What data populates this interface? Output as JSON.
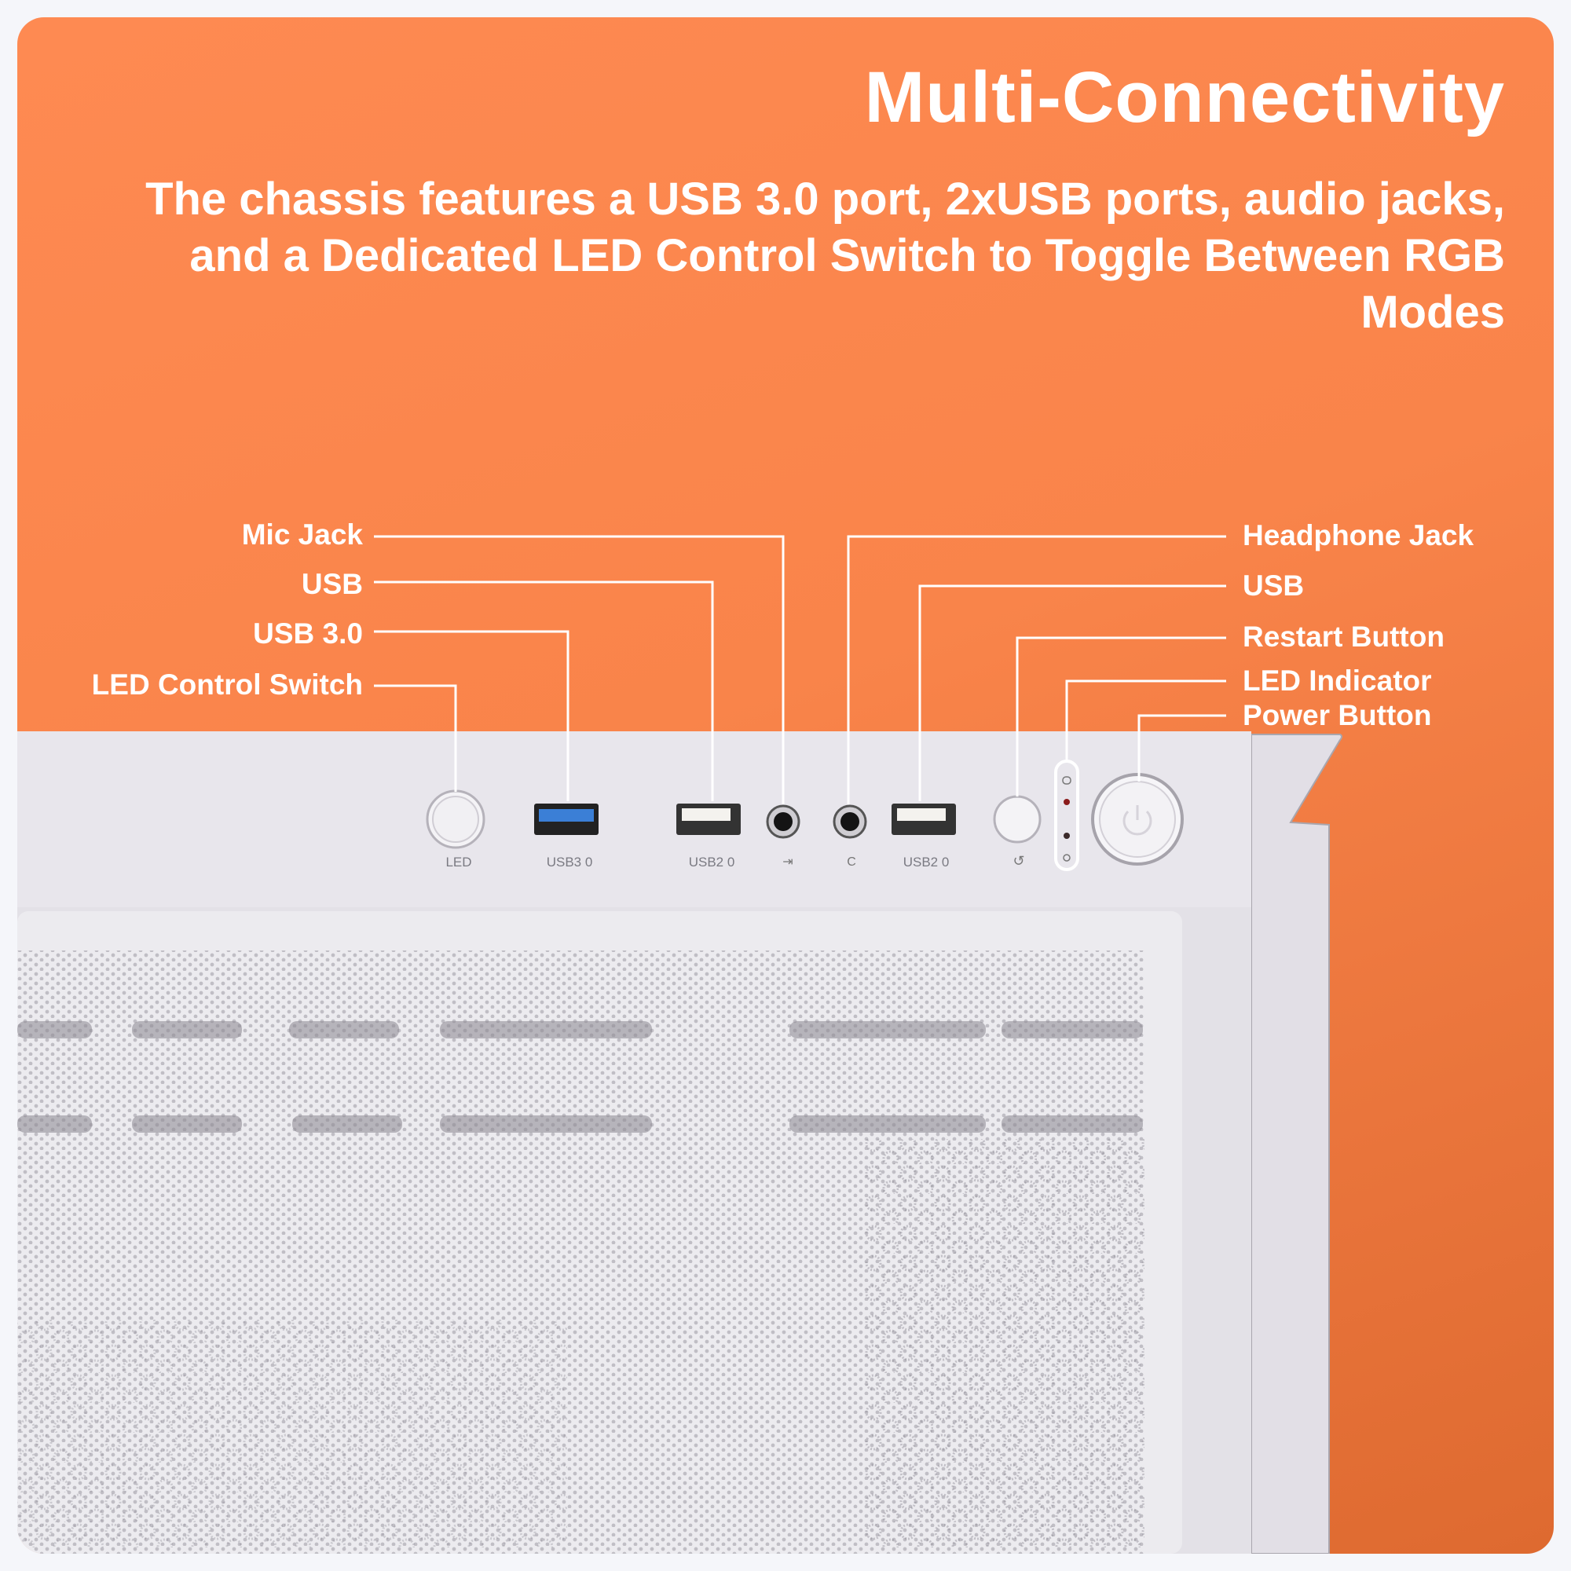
{
  "header": {
    "title": "Multi-Connectivity",
    "subtitle": "The chassis features a USB 3.0 port, 2xUSB ports, audio jacks, and a Dedicated LED Control Switch to Toggle Between RGB Modes"
  },
  "callouts_left": [
    {
      "label": "Mic Jack"
    },
    {
      "label": "USB"
    },
    {
      "label": "USB 3.0"
    },
    {
      "label": "LED Control Switch"
    }
  ],
  "callouts_right": [
    {
      "label": "Headphone Jack"
    },
    {
      "label": "USB"
    },
    {
      "label": "Restart Button"
    },
    {
      "label": "LED Indicator"
    },
    {
      "label": "Power Button"
    }
  ],
  "port_labels": {
    "led": "LED",
    "usb3": "USB3 0",
    "usb2_left": "USB2 0",
    "usb2_right": "USB2 0"
  },
  "colors": {
    "accent": "#f9844a",
    "chassis": "#e6e3ea",
    "usb3_blue": "#3b7fd6"
  }
}
